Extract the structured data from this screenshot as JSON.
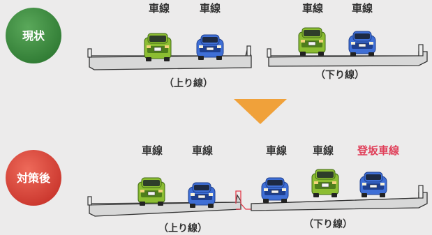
{
  "colors": {
    "badge_current": "#3c8a3c",
    "badge_after": "#d8453a",
    "arrow": "#f0a13a",
    "climbing_lane_text": "#e0405a",
    "car_green": "#8cbd32",
    "car_green_dark": "#4f7d1c",
    "car_blue": "#3f6fd6",
    "car_blue_dark": "#1e3f8f"
  },
  "current": {
    "badge": "現状",
    "up_lanes": [
      "車線",
      "車線"
    ],
    "down_lanes": [
      "車線",
      "車線"
    ],
    "up_caption": "（上り線）",
    "down_caption": "（下り線）"
  },
  "arrow_icon": "down-triangle",
  "after": {
    "badge": "対策後",
    "up_lanes": [
      "車線",
      "車線"
    ],
    "down_lanes": [
      "車線",
      "車線"
    ],
    "climbing_lane": "登坂車線",
    "up_caption": "（上り線）",
    "down_caption": "（下り線）"
  }
}
